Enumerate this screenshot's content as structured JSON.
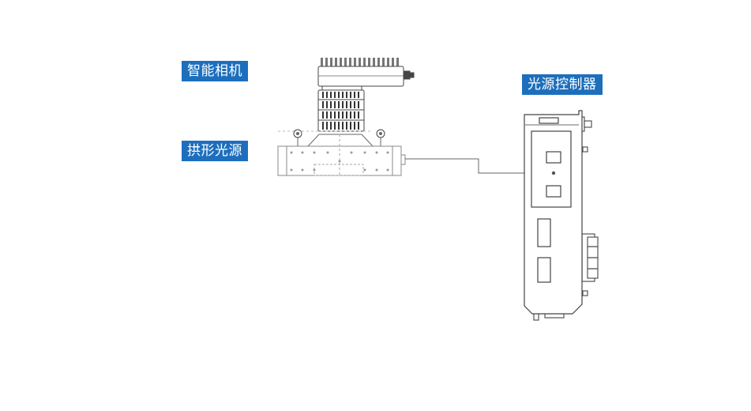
{
  "labels": {
    "camera": "智能相机",
    "arch_light": "拱形光源",
    "controller": "光源控制器"
  },
  "colors": {
    "label_bg": "#1d6fbd",
    "label_text": "#ffffff",
    "line": "#555555",
    "line_light": "#999999",
    "connector": "#666666"
  }
}
